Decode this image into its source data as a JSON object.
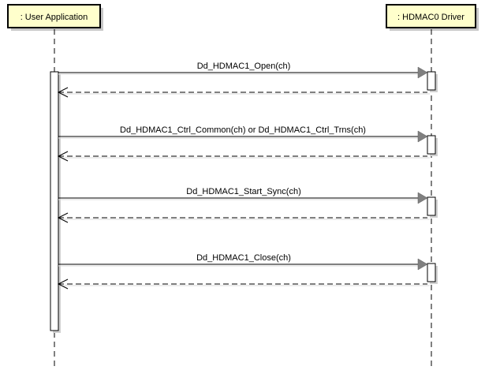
{
  "lifelines": [
    {
      "id": "user",
      "label": ": User Application"
    },
    {
      "id": "driver",
      "label": ": HDMAC0 Driver"
    }
  ],
  "messages": [
    {
      "label": "Dd_HDMAC1_Open(ch)"
    },
    {
      "label": "Dd_HDMAC1_Ctrl_Common(ch) or Dd_HDMAC1_Ctrl_Trns(ch)"
    },
    {
      "label": "Dd_HDMAC1_Start_Sync(ch)"
    },
    {
      "label": "Dd_HDMAC1_Close(ch)"
    }
  ],
  "colors": {
    "box_fill": "#ffffcc",
    "line": "#000000",
    "shadow": "#c8c8c8",
    "arrowhead": "#808080"
  }
}
